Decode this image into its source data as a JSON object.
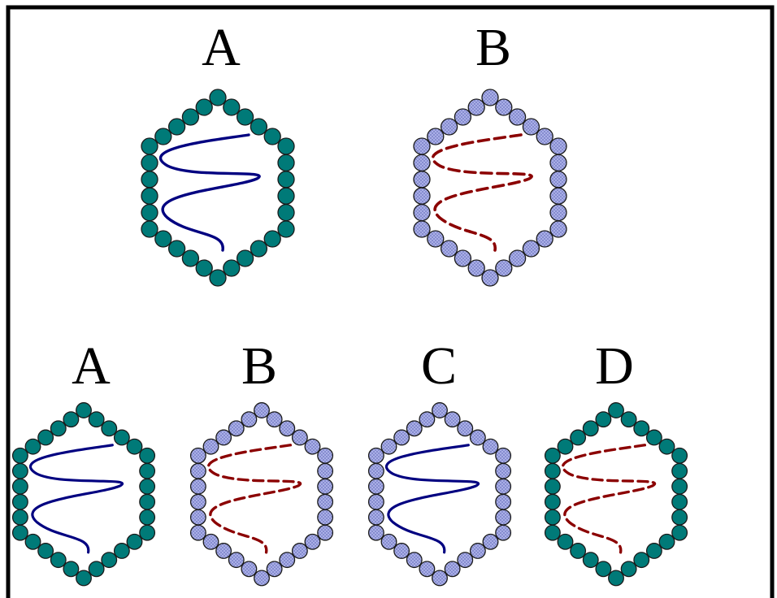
{
  "colors": {
    "teal": "#007a78",
    "lavender": "#a8aee8",
    "navy": "#000080",
    "darkred": "#8b0000",
    "border": "#000000"
  },
  "top_row": [
    {
      "label": "A",
      "capsid": "teal",
      "genome": "solid-navy"
    },
    {
      "label": "B",
      "capsid": "lavender",
      "genome": "dashed-darkred"
    }
  ],
  "bottom_row": [
    {
      "label": "A",
      "capsid": "teal",
      "genome": "solid-navy"
    },
    {
      "label": "B",
      "capsid": "lavender",
      "genome": "dashed-darkred"
    },
    {
      "label": "C",
      "capsid": "lavender",
      "genome": "solid-navy"
    },
    {
      "label": "D",
      "capsid": "teal",
      "genome": "dashed-darkred"
    }
  ]
}
